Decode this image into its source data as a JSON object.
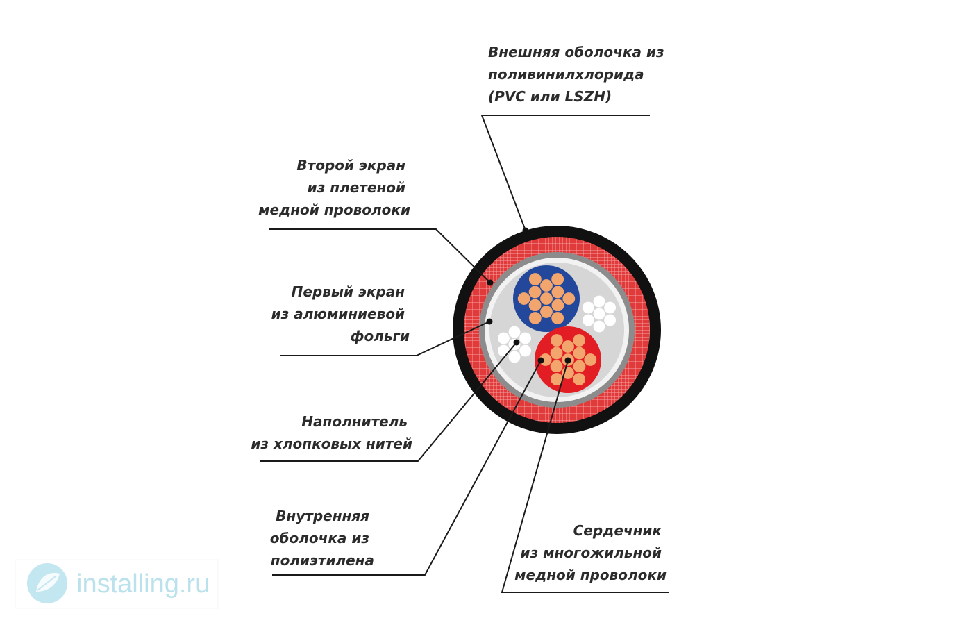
{
  "colors": {
    "sheath": "#111111",
    "braid": "#e03a3a",
    "braid_mesh": "#f28b8b",
    "foil": "#8c8c8c",
    "filler": "#d9d9d9",
    "insulation_blue": "#23479a",
    "insulation_red": "#e21d24",
    "copper": "#f2a66e",
    "white_strands": "#ffffff",
    "watermark": "#8fd0e0"
  },
  "labels": {
    "outer_sheath": [
      "Внешняя оболочка из",
      "поливинилхлорида",
      "(PVC или LSZH)"
    ],
    "second_screen": [
      "Второй экран",
      "из плетеной",
      "медной проволоки"
    ],
    "first_screen": [
      "Первый экран",
      "из алюминиевой",
      "фольги"
    ],
    "filler": [
      "Наполнитель",
      "из хлопковых нитей"
    ],
    "inner_sheath": [
      "Внутренняя",
      "оболочка из",
      "полиэтилена"
    ],
    "core": [
      "Сердечник",
      "из многожильной",
      "медной проволоки"
    ]
  },
  "watermark": {
    "text": "installing.ru",
    "icon": "leaf-logo-icon"
  }
}
